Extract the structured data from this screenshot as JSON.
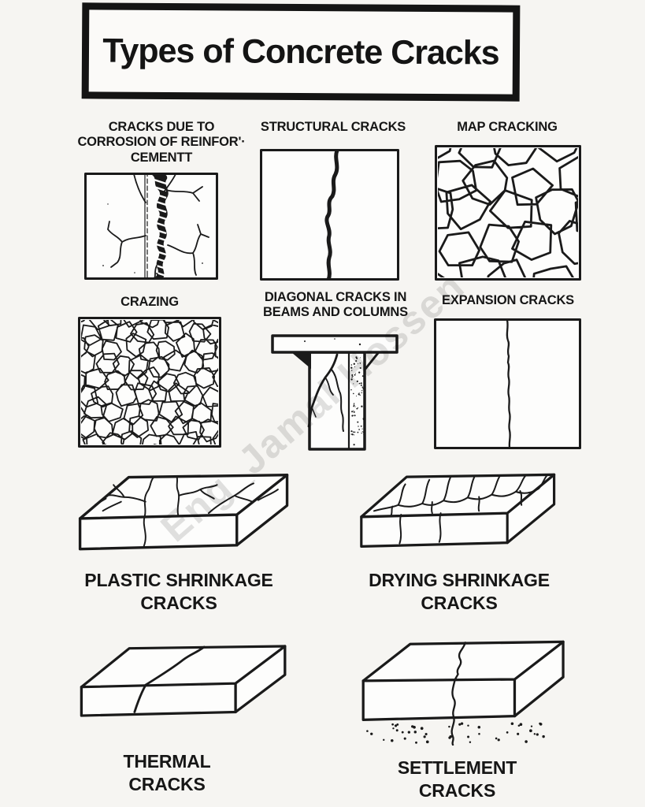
{
  "title": "Types of Concrete Cracks",
  "watermark": "Eng_Jamal Hossen",
  "colors": {
    "ink": "#1a1a1a",
    "page_bg": "#f6f5f2",
    "panel_bg": "#fdfdfc",
    "watermark": "#c9c9c9"
  },
  "sections": {
    "corrosion": {
      "lines": [
        "CRACKS DUE TO",
        "CORROSION OF REINFOR'·",
        "CEMENTT"
      ]
    },
    "structural": {
      "lines": [
        "STRUCTURAL CRACKS"
      ]
    },
    "map": {
      "lines": [
        "MAP CRACKING"
      ]
    },
    "crazing": {
      "lines": [
        "CRAZING"
      ]
    },
    "diagonal": {
      "lines": [
        "DIAGONAL CRACKS IN",
        "BEAMS AND COLUMNS"
      ]
    },
    "expansion": {
      "lines": [
        "EXPANSION CRACKS"
      ]
    },
    "plastic": {
      "lines": [
        "PLASTIC SHRINKAGE",
        "CRACKS"
      ]
    },
    "drying": {
      "lines": [
        "DRYING SHRINKAGE",
        "CRACKS"
      ]
    },
    "thermal": {
      "lines": [
        "THERMAL",
        "CRACKS"
      ]
    },
    "settlement": {
      "lines": [
        "SETTLEMENT",
        "CRACKS"
      ]
    }
  }
}
